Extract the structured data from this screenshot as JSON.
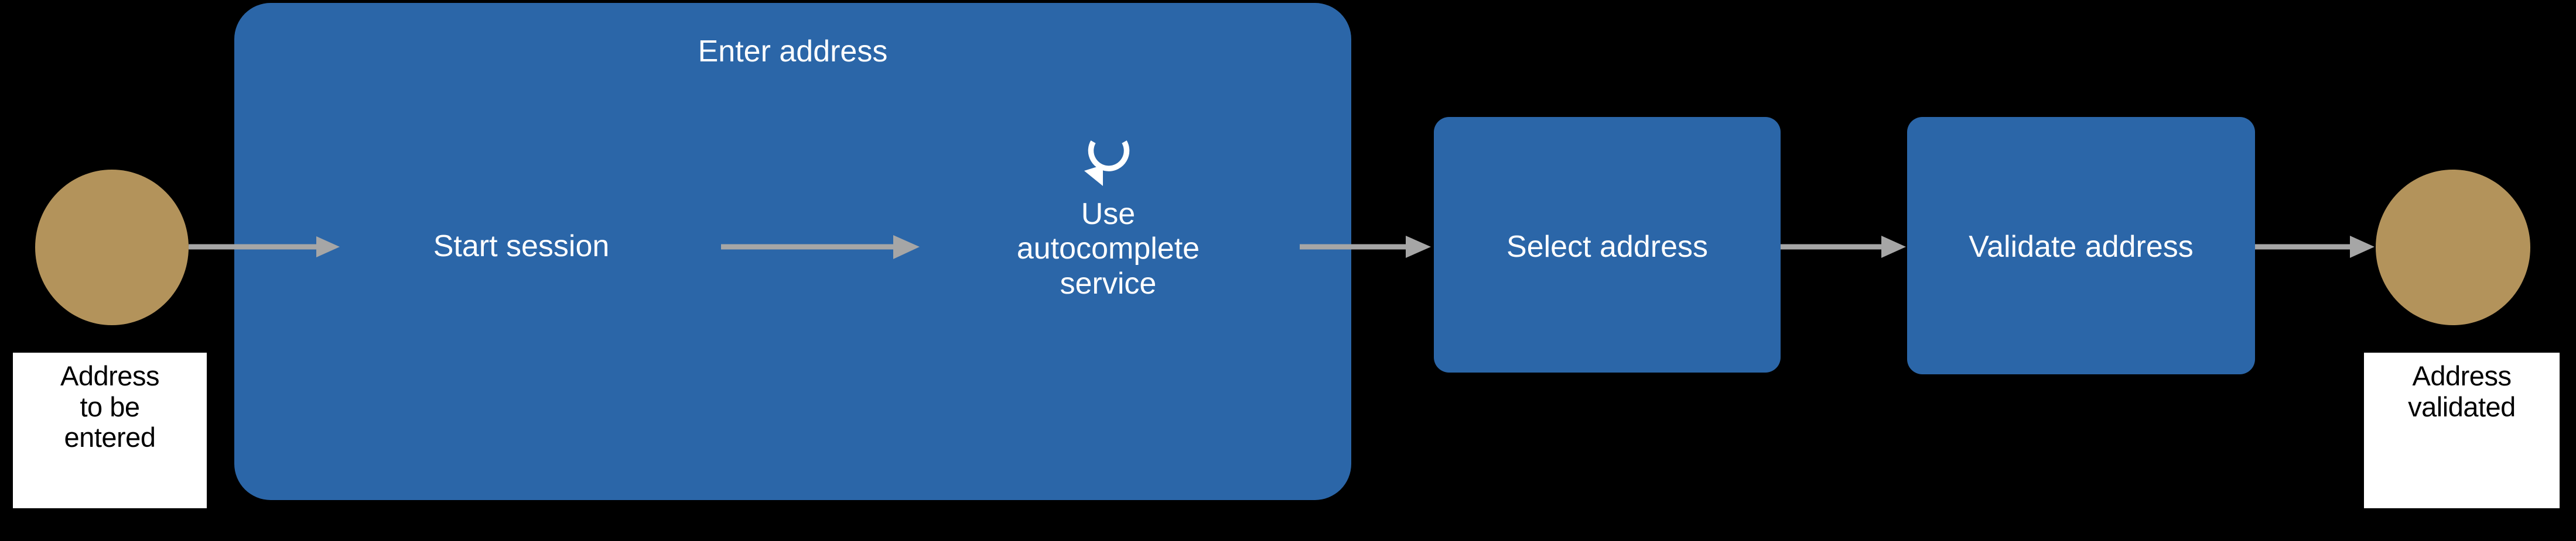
{
  "diagram": {
    "type": "process-flow",
    "background_color": "#000000",
    "palette": {
      "process_blue": "#2B66A8",
      "terminator_gold": "#B3935B",
      "connector_gray": "#A6A6A6",
      "label_white": "#FFFFFF",
      "label_black": "#000000"
    },
    "start": {
      "shape": "circle",
      "caption_lines": [
        "Address",
        "to be",
        "entered"
      ],
      "caption_text": "Address to be entered"
    },
    "group": {
      "title": "Enter address",
      "nodes": [
        {
          "id": "start-session",
          "label_lines": [
            "Start session"
          ],
          "label_text": "Start session",
          "marker": "none"
        },
        {
          "id": "use-autocomplete-service",
          "label_lines": [
            "Use",
            "autocomplete",
            "service"
          ],
          "label_text": "Use autocomplete service",
          "marker": "loop"
        }
      ]
    },
    "tasks": [
      {
        "id": "select-address",
        "label": "Select address"
      },
      {
        "id": "validate-address",
        "label": "Validate address"
      }
    ],
    "end": {
      "shape": "circle",
      "caption_lines": [
        "Address",
        "validated"
      ],
      "caption_text": "Address validated"
    },
    "connectors": [
      {
        "id": "start-to-group",
        "from": "start",
        "to": "start-session"
      },
      {
        "id": "session-to-auto",
        "from": "start-session",
        "to": "use-autocomplete-service"
      },
      {
        "id": "auto-to-select",
        "from": "use-autocomplete-service",
        "to": "select-address"
      },
      {
        "id": "select-to-validate",
        "from": "select-address",
        "to": "validate-address"
      },
      {
        "id": "validate-to-end",
        "from": "validate-address",
        "to": "end"
      }
    ]
  }
}
